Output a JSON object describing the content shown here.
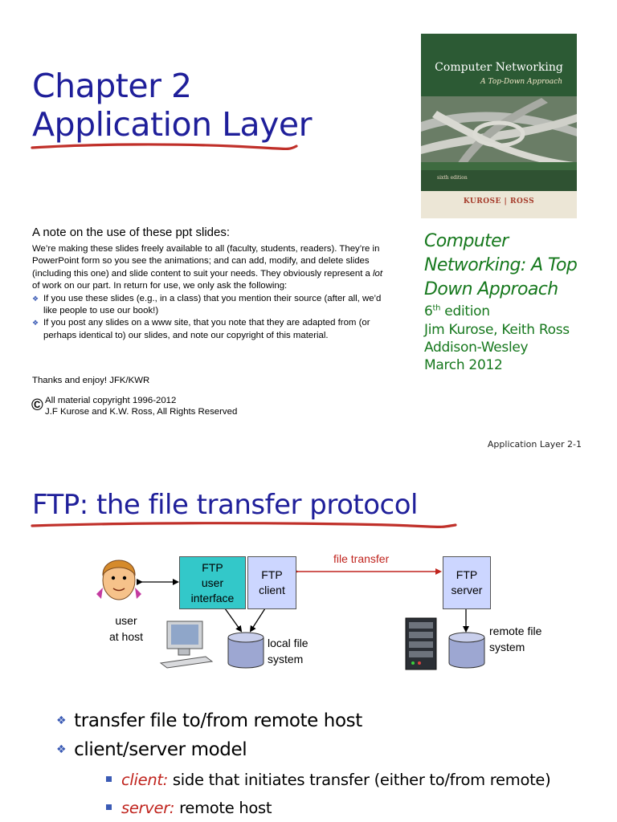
{
  "slide1": {
    "title_line1": "Chapter 2",
    "title_line2": "Application Layer",
    "book_cover": {
      "title": "Computer Networking",
      "subtitle": "A Top-Down Approach",
      "edition": "sixth edition",
      "authors": "KUROSE | ROSS"
    },
    "note_heading": "A note on the use of these ppt slides:",
    "note_paragraph": {
      "before_italic": "We’re making these slides freely available to all (faculty, students, readers). They’re in PowerPoint form so you see the animations; and can add, modify, and delete slides  (including this one) and slide content to suit your needs. They obviously represent a ",
      "italic": "lot",
      "after_italic": " of work on our part. In return for use, we only ask the following:"
    },
    "note_bullets": [
      "If you use these slides (e.g., in a class) that you mention their source (after all, we’d like people to use our book!)",
      "If you post any slides on a www site, that you note that they are adapted from (or perhaps identical to) our slides, and note our copyright of this material."
    ],
    "thanks": "Thanks and enjoy!  JFK/KWR",
    "copyright_symbol": "©",
    "copyright_line1": "All material copyright 1996-2012",
    "copyright_line2": "J.F Kurose and K.W. Ross, All Rights Reserved",
    "book_info": {
      "title_line1": "Computer",
      "title_line2": "Networking: A Top",
      "title_line3": "Down Approach",
      "edition_num": "6",
      "edition_sup": "th",
      "edition_word": " edition",
      "authors": "Jim Kurose, Keith Ross",
      "publisher": "Addison-Wesley",
      "date": "March 2012"
    },
    "footer": "Application Layer 2-1"
  },
  "slide2": {
    "title": "FTP: the file transfer protocol",
    "diagram": {
      "ui_box_lines": [
        "FTP",
        "user",
        "interface"
      ],
      "client_box_lines": [
        "FTP",
        "client"
      ],
      "server_box_lines": [
        "FTP",
        "server"
      ],
      "file_transfer_label": "file transfer",
      "user_label_lines": [
        "user",
        "at host"
      ],
      "local_fs_lines": [
        "local file",
        "system"
      ],
      "remote_fs_lines": [
        "remote file",
        "system"
      ]
    },
    "bullets": [
      "transfer file to/from remote host",
      "client/server model"
    ],
    "sub_bullets": [
      {
        "term": "client:",
        "text": " side that initiates transfer (either to/from remote)"
      },
      {
        "term": "server:",
        "text": " remote host"
      }
    ]
  },
  "colors": {
    "title_blue": "#1f1f9a",
    "underline_red": "#c0302a",
    "book_green": "#16781d",
    "accent_red": "#c0241e",
    "bullet_blue": "#3b5bb5",
    "ui_box_cyan": "#33c8c9",
    "box_lavender": "#ccd6ff"
  },
  "icons": [
    "user-cartoon-icon",
    "desktop-computer-icon",
    "server-tower-icon",
    "disk-cylinder-icon",
    "copyright-icon",
    "diamond-bullet-icon",
    "square-bullet-icon"
  ]
}
